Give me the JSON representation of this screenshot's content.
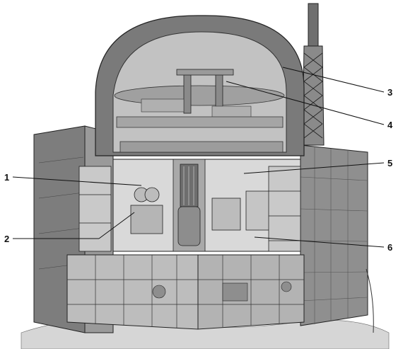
{
  "figure": {
    "callouts": [
      {
        "id": "1",
        "label": "1"
      },
      {
        "id": "2",
        "label": "2"
      },
      {
        "id": "3",
        "label": "3"
      },
      {
        "id": "4",
        "label": "4"
      },
      {
        "id": "5",
        "label": "5"
      },
      {
        "id": "6",
        "label": "6"
      }
    ]
  },
  "colors": {
    "dome_outer": "#7a7a7a",
    "dome_inner": "#bdbdbd",
    "wall_dark": "#5c5c5c",
    "wall_mid": "#8a8a8a",
    "wall_light": "#a8a8a8",
    "room_interior": "#d8d8d8",
    "ground": "#cfcfcf",
    "line": "#111111"
  }
}
